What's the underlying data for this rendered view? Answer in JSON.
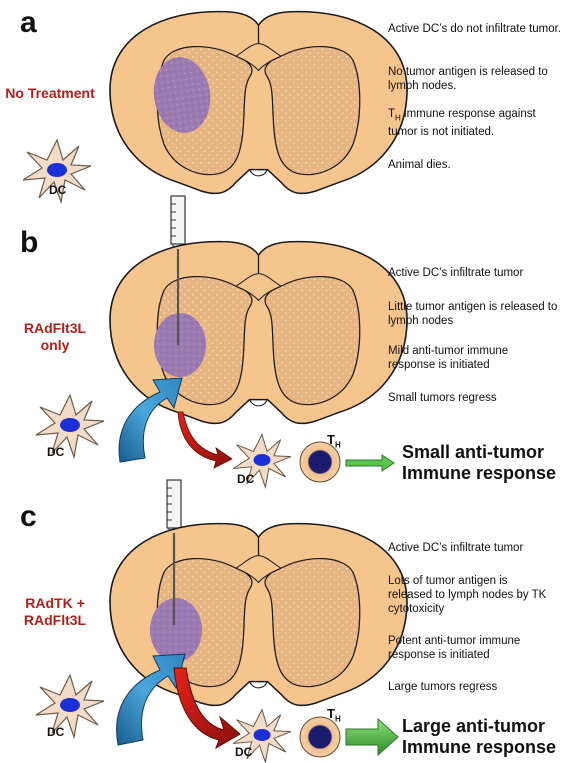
{
  "panels": [
    {
      "letter": "a",
      "treatment": "No Treatment",
      "notes": [
        "Active DC’s do not infiltrate tumor.",
        "No tumor antigen is released to lymph nodes.",
        "immune response against tumor is not initiated.",
        "Animal dies."
      ],
      "th_prefix": "T",
      "th_sub": "H"
    },
    {
      "letter": "b",
      "treatment_line1": "RAdFlt3L",
      "treatment_line2": "only",
      "notes": [
        "Active DC’s infiltrate tumor",
        "Little tumor antigen is released to lymph nodes",
        "Mild anti-tumor immune response is initiated",
        "Small tumors regress"
      ],
      "response_line1": "Small anti-tumor",
      "response_line2": "Immune response"
    },
    {
      "letter": "c",
      "treatment_line1": "RAdTK +",
      "treatment_line2": "RAdFlt3L",
      "notes": [
        "Active DC’s infiltrate tumor",
        "Lots of tumor antigen is released to lymph nodes by TK cytotoxicity",
        "Potent  anti-tumor immune response is initiated",
        "Large tumors regress"
      ],
      "response_line1": "Large anti-tumor",
      "response_line2": "Immune response"
    }
  ],
  "labels": {
    "dc": "DC",
    "th_main": "T",
    "th_sub": "H"
  },
  "colors": {
    "brain_fill": "#f6c58e",
    "tumor_fill": "#9a7ab0",
    "treatment_text": "#b0201c",
    "infiltration_arrow": "#2f86c0",
    "antigen_arrow": "#b51a14",
    "response_arrow": "#3fa33a",
    "th_cell_core": "#1c1c6e",
    "dc_cell_fill": "#f3dcc7",
    "dc_nucleus": "#1a2fd8"
  }
}
